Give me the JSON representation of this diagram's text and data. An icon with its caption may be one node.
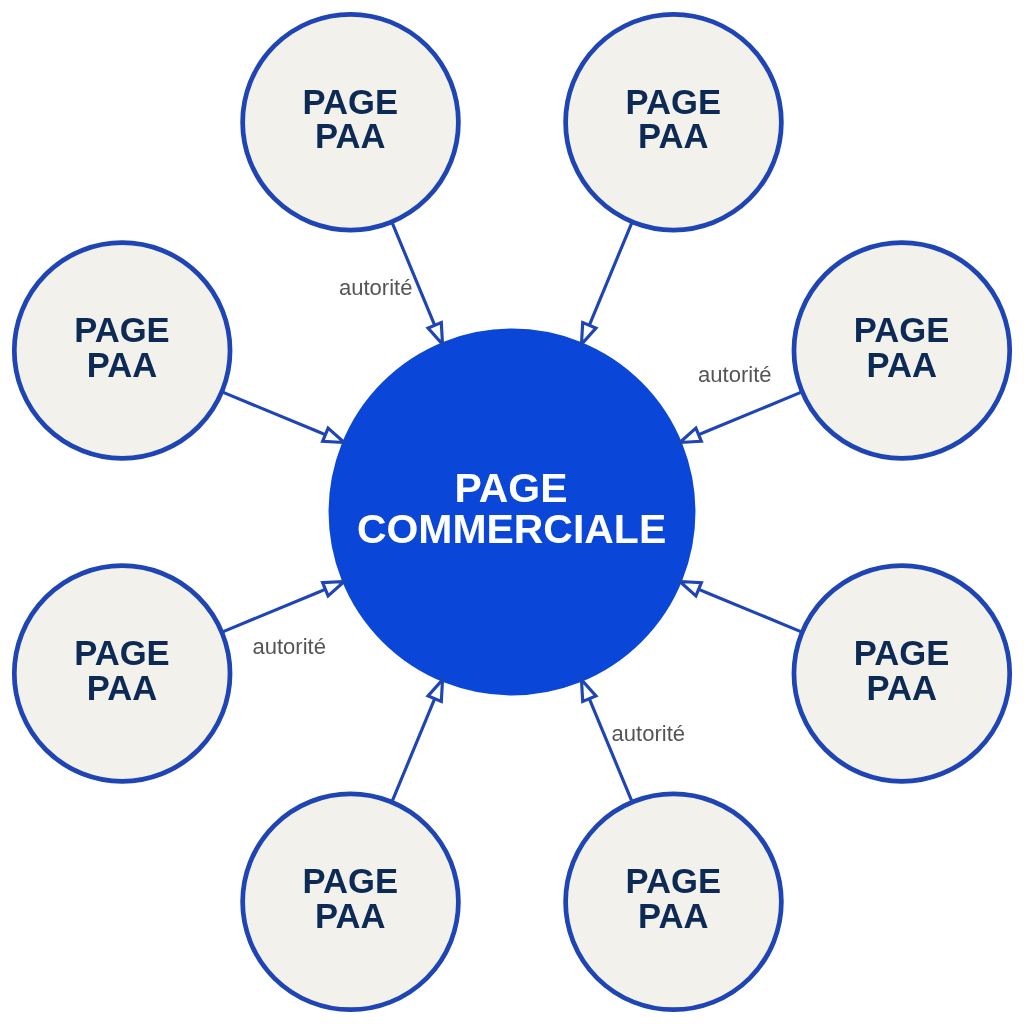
{
  "diagram": {
    "nodes": [
      {
        "text": [
          "PAGE PAA"
        ]
      },
      {
        "text": [
          "PAGE PAA"
        ]
      },
      {
        "text": [
          "PAGE PAA"
        ]
      },
      {
        "text": [
          "PAGE PAA"
        ]
      },
      {
        "text": [
          "PAGE COMMERCIALE"
        ]
      },
      {
        "text": [
          "PAGE PAA"
        ]
      },
      {
        "text": [
          "PAGE PAA"
        ]
      },
      {
        "text": [
          "PAGE PAA"
        ]
      },
      {
        "text": [
          "PAGE PAA"
        ]
      }
    ],
    "edges": [
      {
        "from": 0,
        "to": 4,
        "arrow": "to",
        "label": "autorité"
      },
      {
        "from": 1,
        "to": 4,
        "arrow": "to"
      },
      {
        "from": 2,
        "to": 4,
        "arrow": "to"
      },
      {
        "from": 3,
        "to": 4,
        "arrow": "to",
        "label": "autorité"
      },
      {
        "from": 5,
        "to": 4,
        "arrow": "to",
        "label": "autorité"
      },
      {
        "from": 6,
        "to": 4,
        "arrow": "to"
      },
      {
        "from": 7,
        "to": 4,
        "arrow": "to"
      },
      {
        "from": 8,
        "to": 4,
        "arrow": "to",
        "label": "autorité"
      }
    ]
  }
}
